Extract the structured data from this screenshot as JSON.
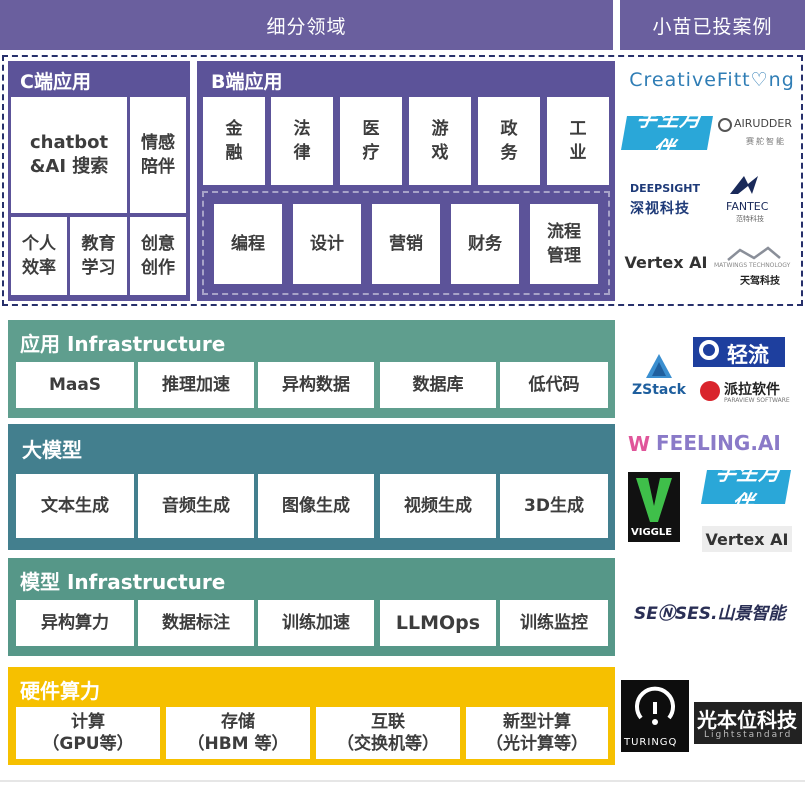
{
  "header": {
    "domains": "细分领域",
    "cases": "小苗已投案例"
  },
  "c_apps": {
    "title": "C端应用",
    "items": [
      "chatbot\n&AI 搜索",
      "情感\n陪伴",
      "个人\n效率",
      "教育\n学习",
      "创意\n创作"
    ]
  },
  "b_apps": {
    "title": "B端应用",
    "industries": [
      "金\n融",
      "法\n律",
      "医\n疗",
      "游\n戏",
      "政\n务",
      "工\n业"
    ],
    "functions": [
      "编程",
      "设计",
      "营销",
      "财务",
      "流程\n管理"
    ]
  },
  "app_infra": {
    "title": "应用 Infrastructure",
    "items": [
      "MaaS",
      "推理加速",
      "异构数据",
      "数据库",
      "低代码"
    ]
  },
  "models": {
    "title": "大模型",
    "items": [
      "文本生成",
      "音频生成",
      "图像生成",
      "视频生成",
      "3D生成"
    ]
  },
  "model_infra": {
    "title": "模型 Infrastructure",
    "items": [
      "异构算力",
      "数据标注",
      "训练加速",
      "LLMOps",
      "训练监控"
    ]
  },
  "hardware": {
    "title": "硬件算力",
    "items": [
      "计算\n（GPU等）",
      "存储\n（HBM 等）",
      "互联\n（交换机等）",
      "新型计算\n（光计算等）"
    ]
  },
  "logos": {
    "creativefitting": "CreativeFitt♡ng",
    "yuzhou_a": "宇生月伴",
    "airudder": "AIRUDDER",
    "airudder_sub": "赛舵智能",
    "deepsight_en": "DEEPSIGHT",
    "deepsight_cn": "深视科技",
    "fantec": "FANTEC",
    "fantec_sub": "范特科技",
    "vertex_a": "Vertex AI",
    "tianjia_cn": "天驾科技",
    "tianjia_en": "MATWINGS TECHNOLOGY",
    "qingliu": "轻流",
    "zstack": "ZStack",
    "paradigm": "派拉软件",
    "paradigm_en": "PARAVIEW SOFTWARE",
    "feeling": "FEELING.AI",
    "viggle": "VIGGLE",
    "yuzhou_b": "宇生月伴",
    "vertex_b": "Vertex AI",
    "sensses": "SEⓃSES.山景智能",
    "turingq": "TURINGQ",
    "lightstandard_cn": "光本位科技",
    "lightstandard_en": "Lightstandard"
  },
  "colors": {
    "header": "#6a5f9e",
    "purple": "#5c5399",
    "teal_light": "#5f9e8e",
    "teal_dark": "#437f8e",
    "teal_mid": "#569788",
    "yellow": "#f6c000"
  }
}
